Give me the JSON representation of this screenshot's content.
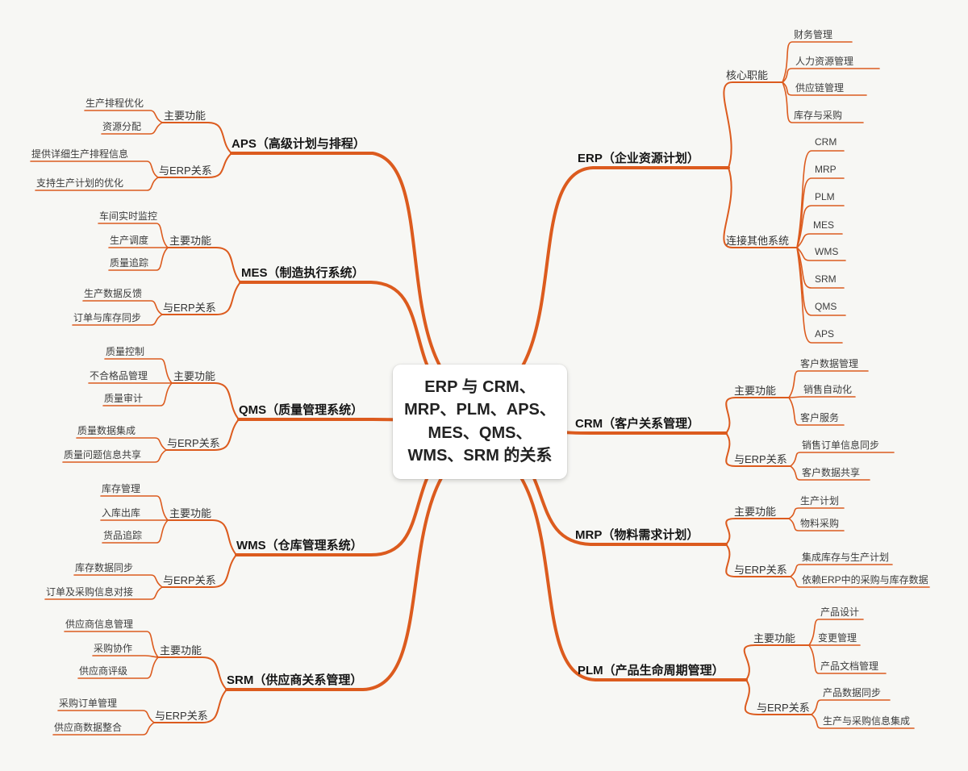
{
  "background": "#F7F7F4",
  "accent": "#DC5B1E",
  "center": {
    "title": "ERP 与 CRM、MRP、PLM、APS、MES、QMS、WMS、SRM 的关系"
  },
  "left": [
    {
      "label": "APS（高级计划与排程）",
      "groups": [
        {
          "label": "主要功能",
          "items": [
            "生产排程优化",
            "资源分配"
          ]
        },
        {
          "label": "与ERP关系",
          "items": [
            "提供详细生产排程信息",
            "支持生产计划的优化"
          ]
        }
      ]
    },
    {
      "label": "MES（制造执行系统）",
      "groups": [
        {
          "label": "主要功能",
          "items": [
            "车间实时监控",
            "生产调度",
            "质量追踪"
          ]
        },
        {
          "label": "与ERP关系",
          "items": [
            "生产数据反馈",
            "订单与库存同步"
          ]
        }
      ]
    },
    {
      "label": "QMS（质量管理系统）",
      "groups": [
        {
          "label": "主要功能",
          "items": [
            "质量控制",
            "不合格品管理",
            "质量审计"
          ]
        },
        {
          "label": "与ERP关系",
          "items": [
            "质量数据集成",
            "质量问题信息共享"
          ]
        }
      ]
    },
    {
      "label": "WMS（仓库管理系统）",
      "groups": [
        {
          "label": "主要功能",
          "items": [
            "库存管理",
            "入库出库",
            "货品追踪"
          ]
        },
        {
          "label": "与ERP关系",
          "items": [
            "库存数据同步",
            "订单及采购信息对接"
          ]
        }
      ]
    },
    {
      "label": "SRM（供应商关系管理）",
      "groups": [
        {
          "label": "主要功能",
          "items": [
            "供应商信息管理",
            "采购协作",
            "供应商评级"
          ]
        },
        {
          "label": "与ERP关系",
          "items": [
            "采购订单管理",
            "供应商数据整合"
          ]
        }
      ]
    }
  ],
  "right": [
    {
      "label": "ERP（企业资源计划）",
      "groups": [
        {
          "label": "核心职能",
          "items": [
            "财务管理",
            "人力资源管理",
            "供应链管理",
            "库存与采购"
          ]
        },
        {
          "label": "连接其他系统",
          "items": [
            "CRM",
            "MRP",
            "PLM",
            "MES",
            "WMS",
            "SRM",
            "QMS",
            "APS"
          ]
        }
      ]
    },
    {
      "label": "CRM（客户关系管理）",
      "groups": [
        {
          "label": "主要功能",
          "items": [
            "客户数据管理",
            "销售自动化",
            "客户服务"
          ]
        },
        {
          "label": "与ERP关系",
          "items": [
            "销售订单信息同步",
            "客户数据共享"
          ]
        }
      ]
    },
    {
      "label": "MRP（物料需求计划）",
      "groups": [
        {
          "label": "主要功能",
          "items": [
            "生产计划",
            "物料采购"
          ]
        },
        {
          "label": "与ERP关系",
          "items": [
            "集成库存与生产计划",
            "依赖ERP中的采购与库存数据"
          ]
        }
      ]
    },
    {
      "label": "PLM（产品生命周期管理）",
      "groups": [
        {
          "label": "主要功能",
          "items": [
            "产品设计",
            "变更管理",
            "产品文档管理"
          ]
        },
        {
          "label": "与ERP关系",
          "items": [
            "产品数据同步",
            "生产与采购信息集成"
          ]
        }
      ]
    }
  ]
}
